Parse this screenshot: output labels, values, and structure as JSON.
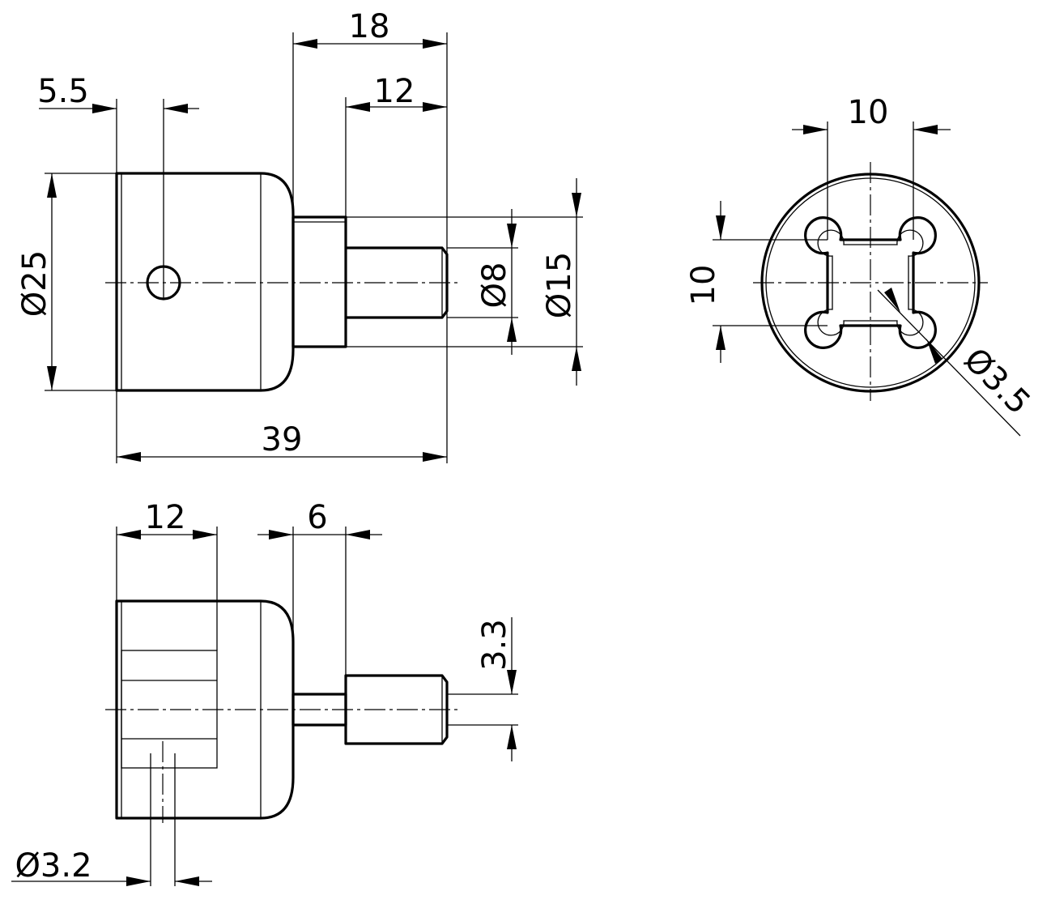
{
  "drawing": {
    "front_view": {
      "dimensions": {
        "flange_length": "18",
        "pin_length": "12",
        "hole_offset": "5.5",
        "body_diameter": "Ø25",
        "pin_diameter": "Ø8",
        "flange_diameter": "Ø15",
        "overall_length": "39"
      }
    },
    "end_view": {
      "dimensions": {
        "slot_width": "10",
        "slot_height": "10",
        "corner_hole_diameter": "Ø3.5"
      }
    },
    "side_view": {
      "dimensions": {
        "bore_depth": "12",
        "neck_length": "6",
        "pin_offset": "3.3",
        "cross_hole_diameter": "Ø3.2"
      }
    }
  }
}
